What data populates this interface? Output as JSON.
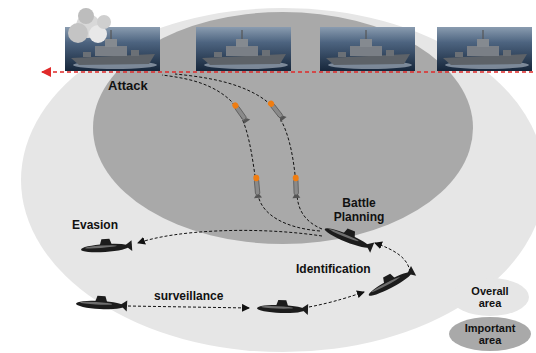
{
  "diagram": {
    "labels": [
      "Attack",
      "Battle Planning",
      "Evasion",
      "Identification",
      "surveillance"
    ],
    "legend": [
      {
        "text": "Overall area",
        "color": "#e6e6e6"
      },
      {
        "text": "Important area",
        "color": "#a9a9a9"
      }
    ]
  }
}
